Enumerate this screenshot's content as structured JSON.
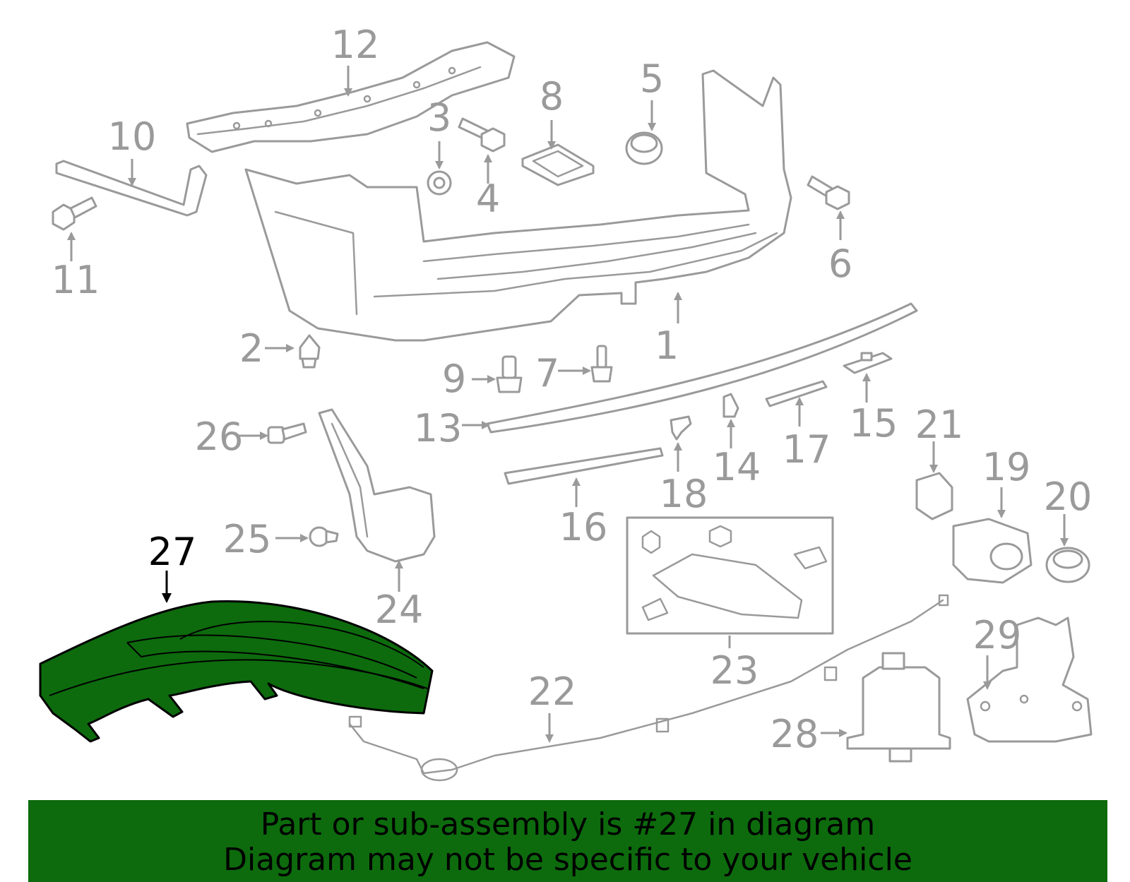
{
  "callouts": {
    "c1": "1",
    "c2": "2",
    "c3": "3",
    "c4": "4",
    "c5": "5",
    "c6": "6",
    "c7": "7",
    "c8": "8",
    "c9": "9",
    "c10": "10",
    "c11": "11",
    "c12": "12",
    "c13": "13",
    "c14": "14",
    "c15": "15",
    "c16": "16",
    "c17": "17",
    "c18": "18",
    "c19": "19",
    "c20": "20",
    "c21": "21",
    "c22": "22",
    "c23": "23",
    "c24": "24",
    "c25": "25",
    "c26": "26",
    "c27": "27",
    "c28": "28",
    "c29": "29"
  },
  "highlight": {
    "part_number": "27",
    "color": "#0d6b0d"
  },
  "banner": {
    "line1": "Part or sub-assembly is #27 in diagram",
    "line2": "Diagram may not be specific to your vehicle",
    "background": "#0d6b0d"
  }
}
